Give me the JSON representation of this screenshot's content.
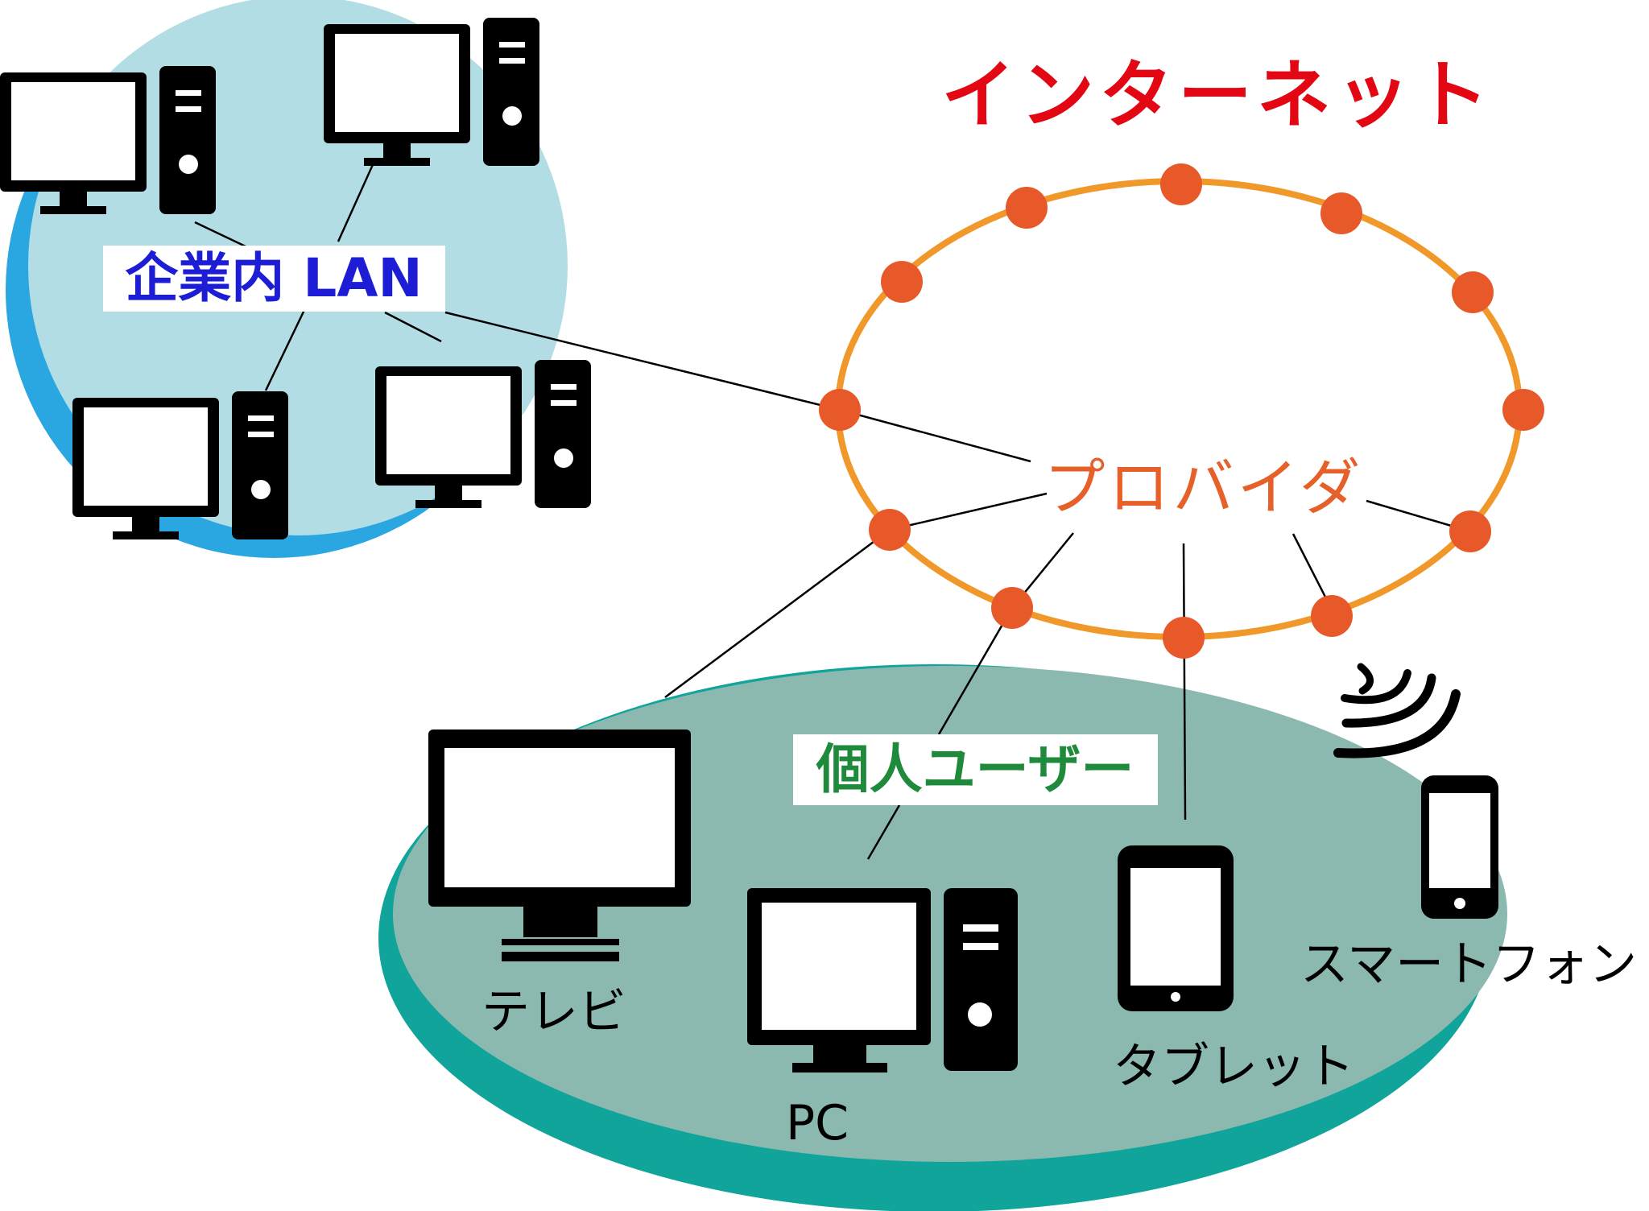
{
  "title": "インターネット",
  "provider_label": "プロバイダ",
  "corporate_lan_label": "企業内 LAN",
  "personal_user_label": "個人ユーザー",
  "devices": {
    "tv": "テレビ",
    "pc": "PC",
    "tablet": "タブレット",
    "smartphone": "スマートフォン"
  },
  "colors": {
    "title": "#e30613",
    "provider": "#e6602a",
    "corporate_lan": "#1d1dd6",
    "personal_user": "#1f8a3b",
    "internet_ring": "#f0982a",
    "ring_nodes": "#e8592a",
    "lan_area": "#b3dde5",
    "lan_area_edge": "#2aa6e0",
    "user_area": "#8bb9b0",
    "user_area_edge": "#10a49a",
    "devices": "#000000"
  },
  "icons": [
    "desktop-computer-icon",
    "television-icon",
    "tablet-icon",
    "smartphone-icon",
    "wifi-signal-icon"
  ]
}
